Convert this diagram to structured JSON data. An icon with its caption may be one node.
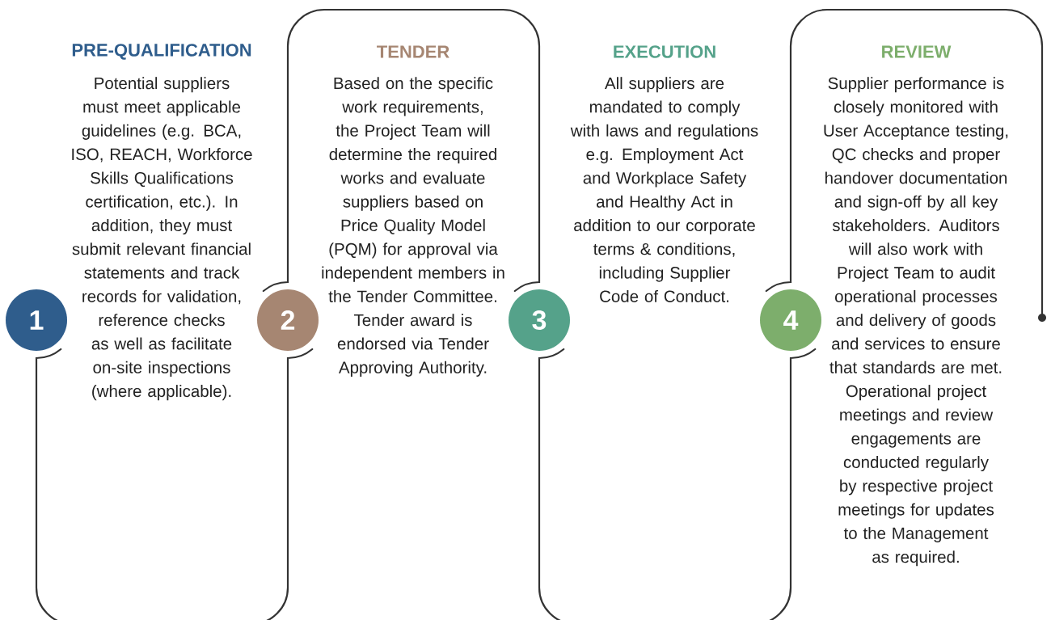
{
  "diagram": {
    "nodes": [
      {
        "text": [
          "1"
        ],
        "beside": [
          "PRE-QUALIFICATION",
          "Potential suppliers must meet applicable guidelines (e.g. BCA, ISO, REACH, Workforce Skills Qualifications certification, etc.). In addition, they must submit relevant financial statements and track records for validation, reference checks as well as facilitate on-site inspections (where applicable)."
        ]
      },
      {
        "text": [
          "2"
        ],
        "beside": [
          "TENDER",
          "Based on the specific work requirements, the Project Team will determine the required works and evaluate suppliers based on Price Quality Model (PQM) for approval via independent members in the Tender Committee. Tender award is endorsed via Tender Approving Authority."
        ]
      },
      {
        "text": [
          "3"
        ],
        "beside": [
          "EXECUTION",
          "All suppliers are mandated to comply with laws and regulations e.g. Employment Act and Workplace Safety and Healthy Act in addition to our corporate terms & conditions, including Supplier Code of Conduct."
        ]
      },
      {
        "text": [
          "4"
        ],
        "beside": [
          "REVIEW",
          "Supplier performance is closely monitored with User Acceptance testing, QC checks and proper handover documentation and sign-off by all key stakeholders. Auditors will also work with Project Team to audit operational processes and delivery of goods and services to ensure that standards are met. Operational project meetings and review engagements are conducted regularly by respective project meetings for updates to the Management as required."
        ]
      },
      {
        "text": [],
        "shape": "circle"
      }
    ],
    "edges": [
      {
        "from": 0,
        "to": 1,
        "arrow": "none"
      },
      {
        "from": 1,
        "to": 2,
        "arrow": "none"
      },
      {
        "from": 2,
        "to": 3,
        "arrow": "none"
      },
      {
        "from": 3,
        "to": 4,
        "arrow": "none"
      }
    ]
  }
}
